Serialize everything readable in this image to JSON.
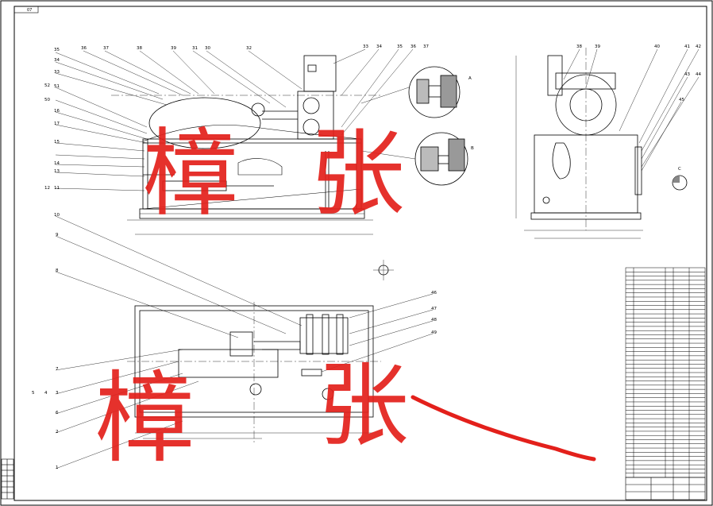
{
  "corner_tag": "07",
  "front_view": {
    "left_callouts": [
      "35",
      "34",
      "33",
      "52",
      "51",
      "50",
      "17",
      "16",
      "15",
      "14",
      "13",
      "12",
      "11"
    ],
    "top_callouts": [
      "36",
      "37",
      "38",
      "39",
      "31",
      "30",
      "32",
      "33",
      "34",
      "35",
      "36",
      "37"
    ]
  },
  "side_view": {
    "callouts": [
      "38",
      "39",
      "40",
      "41",
      "42",
      "43",
      "44",
      "45"
    ]
  },
  "plan_view": {
    "callouts": [
      "10",
      "9",
      "8",
      "7",
      "5",
      "4",
      "3",
      "6",
      "2",
      "1",
      "46",
      "47",
      "48",
      "49"
    ]
  },
  "detail_markers": [
    "A",
    "B",
    "C"
  ],
  "title_block": {
    "parts_table_rows": 50
  },
  "watermark": {
    "characters": [
      "樟",
      "张",
      "樟",
      "张"
    ],
    "color": "#e3201b"
  }
}
